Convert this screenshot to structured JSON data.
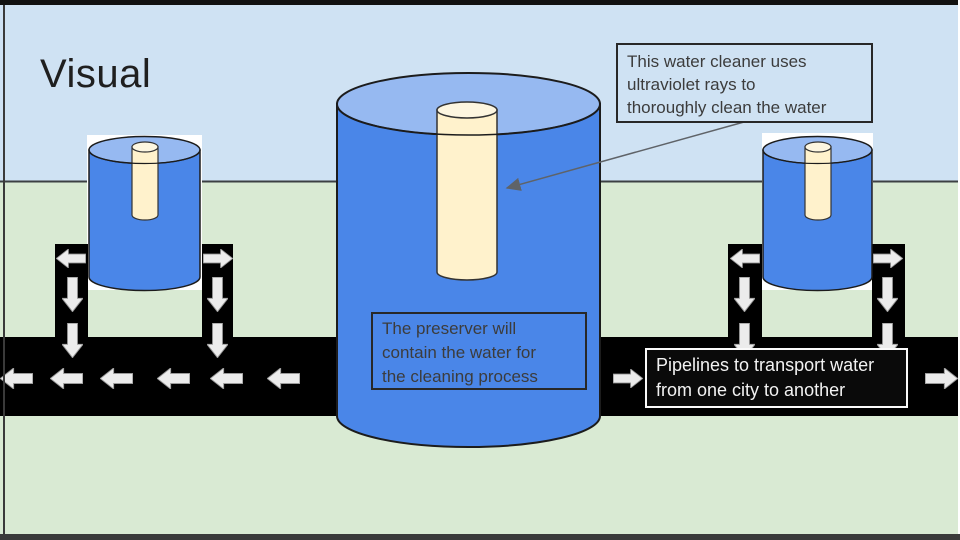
{
  "slide": {
    "title": "Visual"
  },
  "notes": {
    "uv": {
      "text": "This water cleaner uses ultraviolet rays to thoroughly clean the water",
      "lines": [
        "This water cleaner uses",
        "ultraviolet rays to",
        "thoroughly clean the water"
      ]
    },
    "preserver": {
      "text": "The preserver will contain the water for the cleaning process",
      "lines": [
        "The preserver will",
        "contain the water for",
        "the cleaning process"
      ]
    },
    "pipelines": {
      "text": "Pipelines to transport water from one city to another",
      "lines": [
        "Pipelines to transport water",
        "from one city to another"
      ]
    }
  },
  "colors": {
    "sky": "#cfe2f3",
    "ground": "#d9ead3",
    "horizon_line": "#3c4043",
    "tank_blue": "#4a86e8",
    "tank_top_blue": "#96b9f1",
    "rod_cream": "#fff2cc",
    "rod_cream_top": "#fdf6e0",
    "pipe_black": "#000000",
    "arrow_gray": "#ececec",
    "connector_gray": "#5f6368",
    "note_border": "#282828",
    "note_text": "#3c3c3c",
    "label_bg": "#0a0a0a",
    "label_border": "#fafafa",
    "label_text": "#f2f2f2",
    "frame_dark": "#3a3a3a",
    "tank_backdrop": "#ffffff"
  }
}
